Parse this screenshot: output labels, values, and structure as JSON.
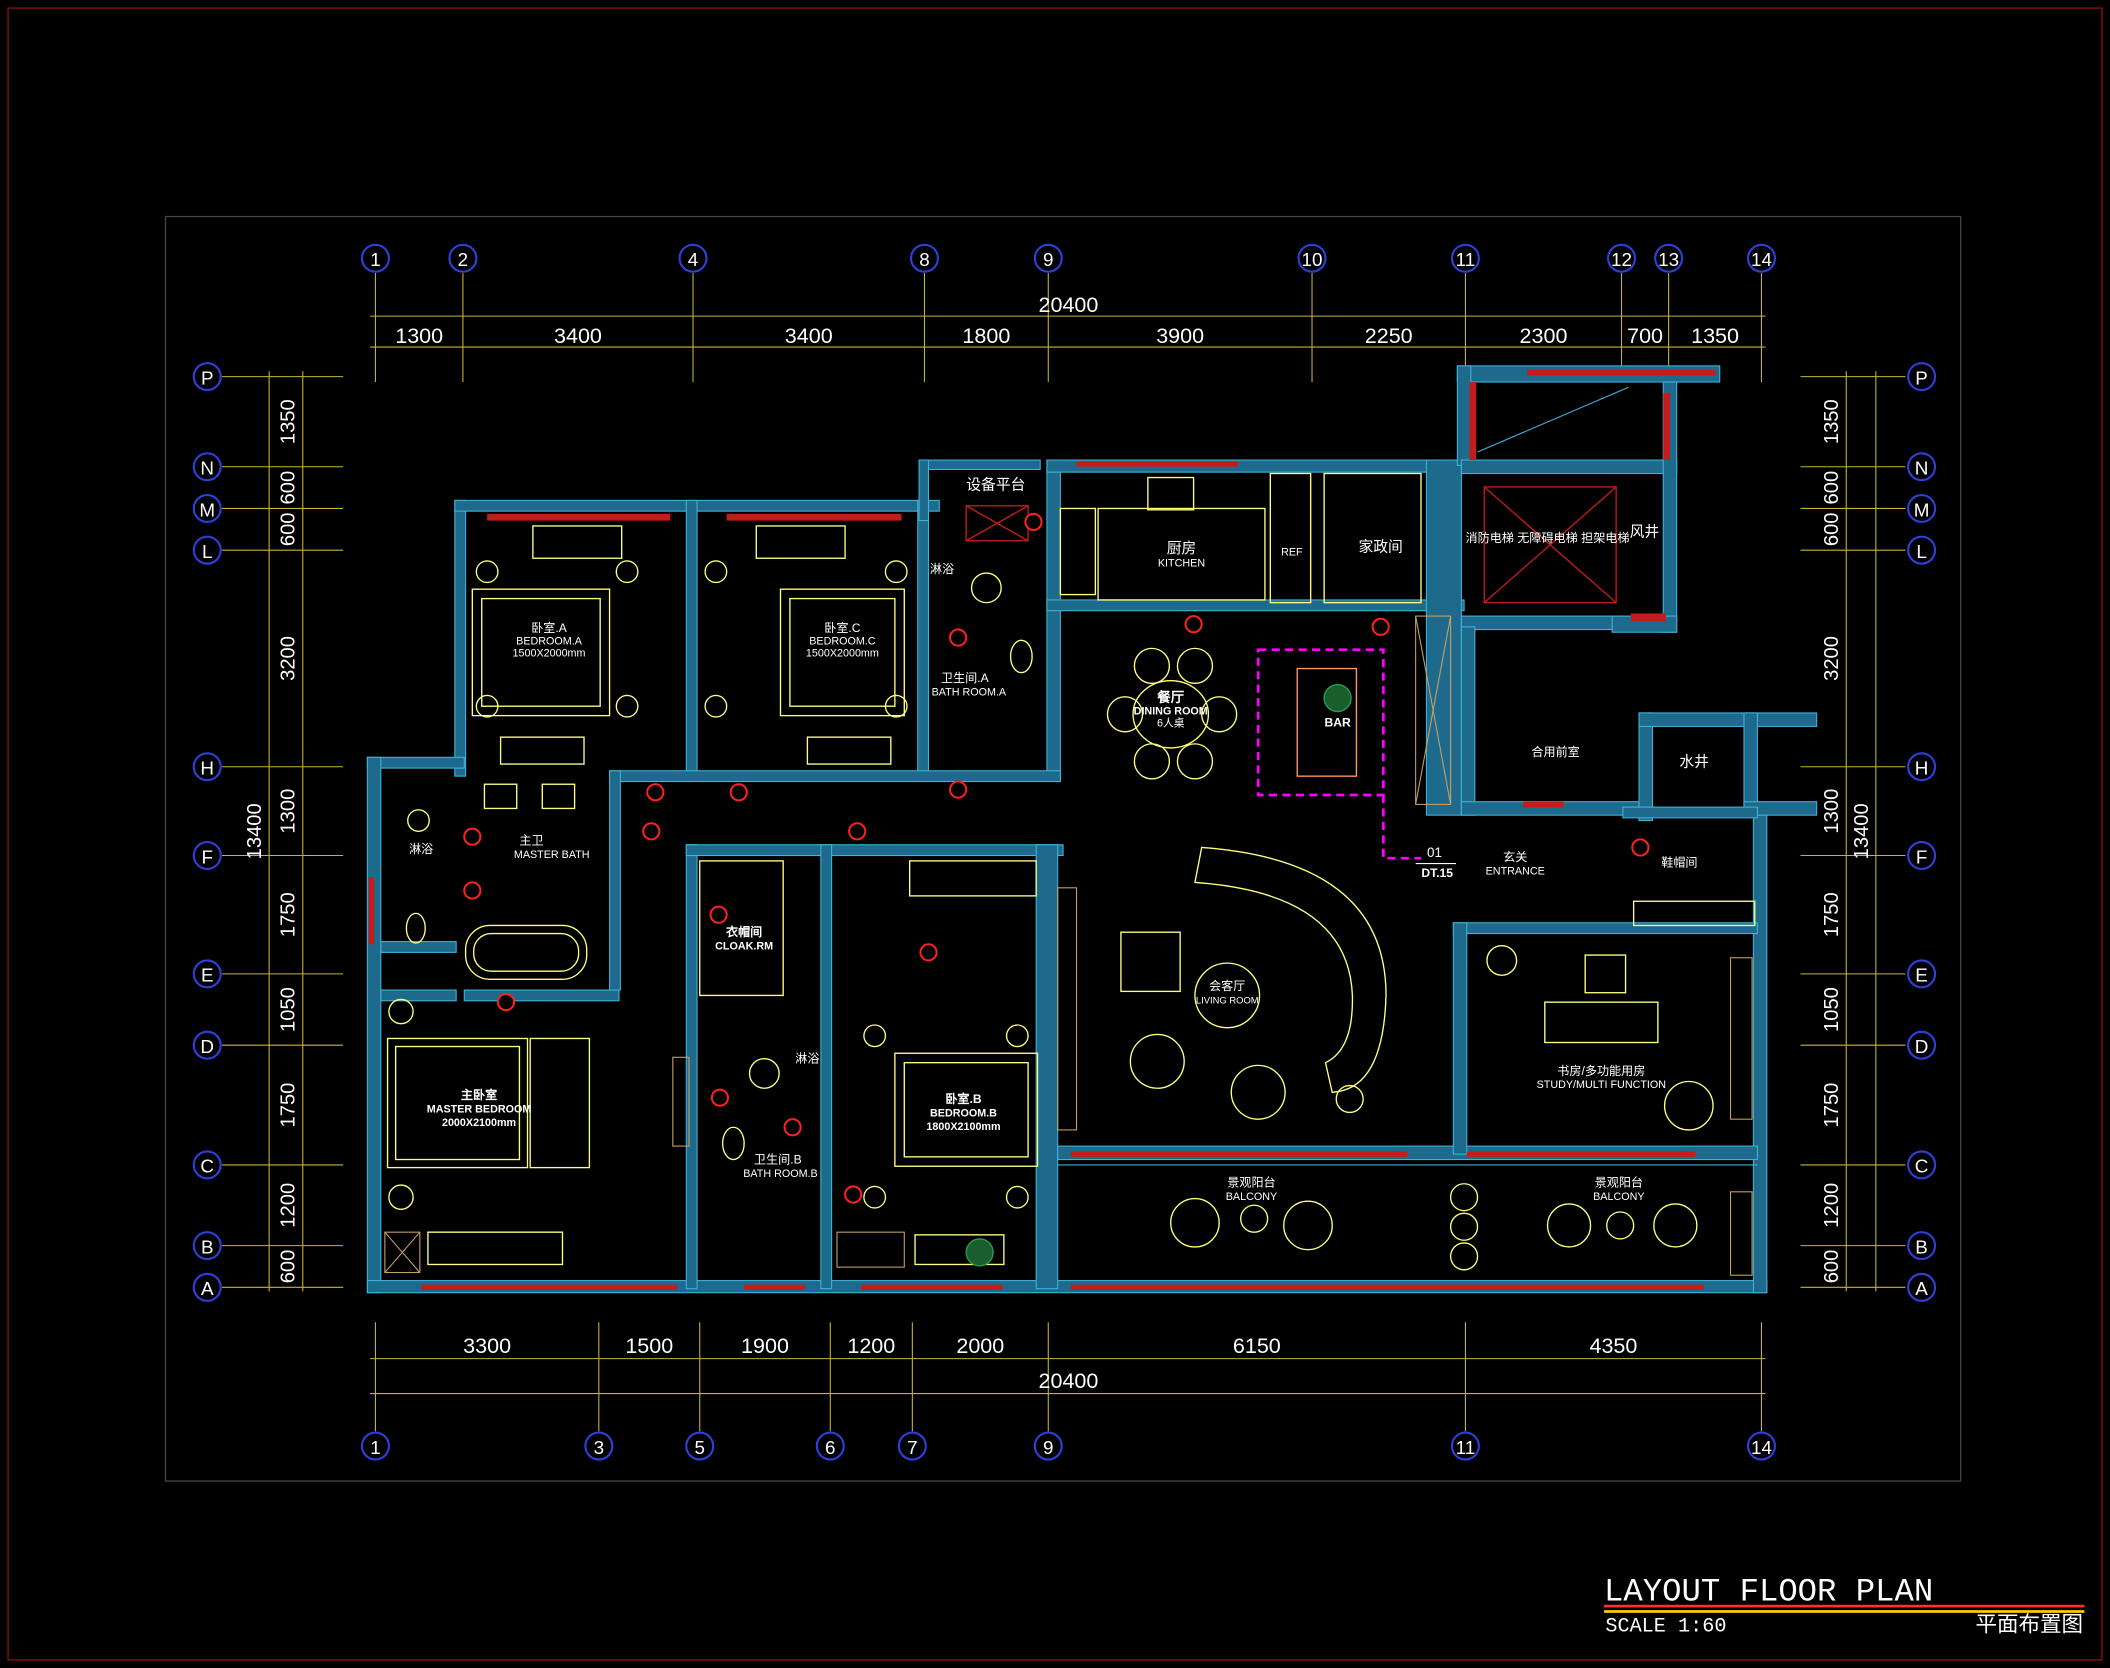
{
  "title_block": {
    "title": "LAYOUT FLOOR PLAN",
    "scale": "SCALE 1:60",
    "subtitle_cn": "平面布置图"
  },
  "top_axes": [
    "1",
    "2",
    "4",
    "8",
    "9",
    "10",
    "11",
    "12",
    "13",
    "14"
  ],
  "bottom_axes": [
    "1",
    "3",
    "5",
    "6",
    "7",
    "9",
    "11",
    "14"
  ],
  "row_axes": [
    "P",
    "N",
    "M",
    "L",
    "H",
    "F",
    "E",
    "D",
    "C",
    "B",
    "A"
  ],
  "dims": {
    "overall": "20400",
    "top": [
      "1300",
      "3400",
      "3400",
      "1800",
      "3900",
      "2250",
      "2300",
      "700",
      "1350"
    ],
    "bottom": [
      "3300",
      "1500",
      "1900",
      "1200",
      "2000",
      "6150",
      "4350"
    ],
    "side": [
      "1350",
      "600",
      "600",
      "3200",
      "1300",
      "1750",
      "1050",
      "1750",
      "1200",
      "600"
    ],
    "side_overall": "13400"
  },
  "rooms": [
    {
      "key": "equipment",
      "cn": "设备平台",
      "en": ""
    },
    {
      "key": "kitchen",
      "cn": "厨房",
      "en": "KITCHEN"
    },
    {
      "key": "ref",
      "cn": "",
      "en": "REF"
    },
    {
      "key": "laundry",
      "cn": "家政间",
      "en": ""
    },
    {
      "key": "elevator",
      "cn": "消防电梯\n无障碍电梯\n担架电梯",
      "en": ""
    },
    {
      "key": "shaft",
      "cn": "风井",
      "en": ""
    },
    {
      "key": "bedA",
      "cn": "卧室.A",
      "en": "BEDROOM.A",
      "size": "1500X2000mm"
    },
    {
      "key": "bedC",
      "cn": "卧室.C",
      "en": "BEDROOM.C",
      "size": "1500X2000mm"
    },
    {
      "key": "bathA",
      "cn": "卫生间.A",
      "en": "BATH ROOM.A"
    },
    {
      "key": "showerA",
      "cn": "淋浴",
      "en": ""
    },
    {
      "key": "dining",
      "cn": "餐厅",
      "en": "DINING ROOM",
      "size": "6人桌"
    },
    {
      "key": "bar",
      "cn": "",
      "en": "BAR"
    },
    {
      "key": "lobby",
      "cn": "合用前室",
      "en": ""
    },
    {
      "key": "water",
      "cn": "水井",
      "en": ""
    },
    {
      "key": "masterbath",
      "cn": "主卫",
      "en": "MASTER BATH"
    },
    {
      "key": "showerM",
      "cn": "淋浴",
      "en": ""
    },
    {
      "key": "cloak",
      "cn": "衣帽间",
      "en": "CLOAK.RM"
    },
    {
      "key": "living",
      "cn": "会客厅",
      "en": "LIVING ROOM"
    },
    {
      "key": "entrance",
      "cn": "玄关",
      "en": "ENTRANCE"
    },
    {
      "key": "shoe",
      "cn": "鞋帽间",
      "en": ""
    },
    {
      "key": "masterbed",
      "cn": "主卧室",
      "en": "MASTER BEDROOM",
      "size": "2000X2100mm"
    },
    {
      "key": "bedB",
      "cn": "卧室.B",
      "en": "BEDROOM.B",
      "size": "1800X2100mm"
    },
    {
      "key": "bathB",
      "cn": "卫生间.B",
      "en": "BATH ROOM.B"
    },
    {
      "key": "showerB",
      "cn": "淋浴",
      "en": ""
    },
    {
      "key": "study",
      "cn": "书房/多功能用房",
      "en": "STUDY/MULTI FUNCTION"
    },
    {
      "key": "balcony1",
      "cn": "景观阳台",
      "en": "BALCONY"
    },
    {
      "key": "balcony2",
      "cn": "景观阳台",
      "en": "BALCONY"
    }
  ],
  "detail_tag": {
    "number": "01",
    "sheet": "DT.15"
  },
  "colors": {
    "wall": "#1d6a8c",
    "wall_edge": "#3fb3d9",
    "furniture": "#ffff80",
    "dimension": "#c8b430",
    "axis_bubble": "#2e3fd8",
    "window": "#ff3030",
    "highlight": "#ff00ff",
    "tag": "#ff2020",
    "frame": "#8a1010"
  }
}
